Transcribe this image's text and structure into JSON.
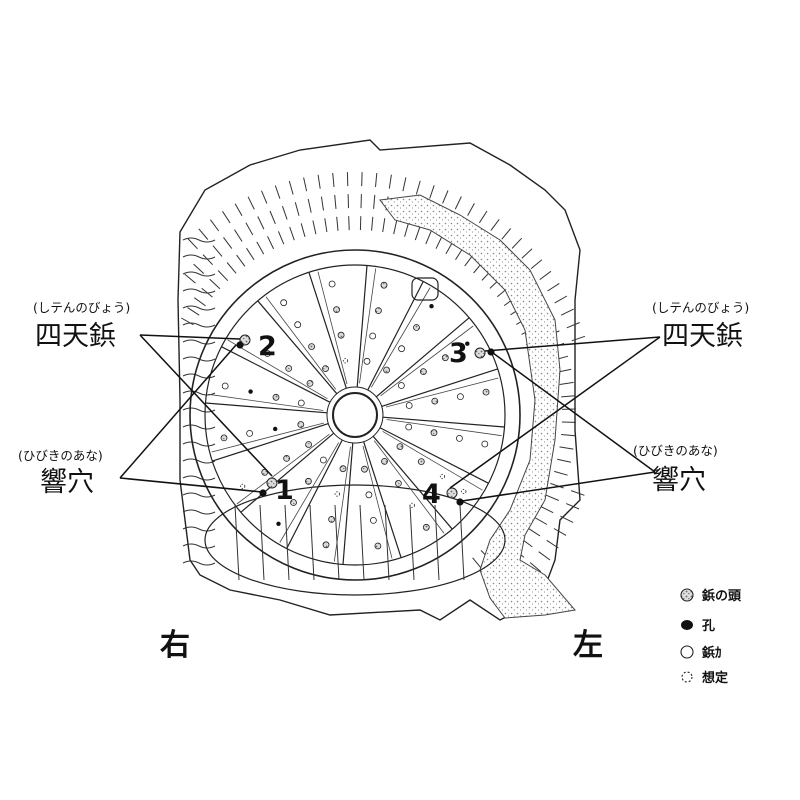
{
  "labels": {
    "shitenbyo_ruby": "(しテんのびょう)",
    "shitenbyo": "四天鋲",
    "hibikinoana_ruby": "(ひびきのあな)",
    "hibikinoana": "響穴",
    "right_side": "右",
    "left_side": "左"
  },
  "rivet_numbers": [
    "1",
    "2",
    "3",
    "4"
  ],
  "legend": [
    {
      "icon": "rivet-head-icon",
      "label": "鋲の頭"
    },
    {
      "icon": "hole-icon",
      "label": "孔"
    },
    {
      "icon": "rivet-mark-icon",
      "label": "鋲ｶ"
    },
    {
      "icon": "assumed-icon",
      "label": "想定"
    }
  ],
  "colors": {
    "ink": "#222222",
    "stipple": "#9a9a9a",
    "paper": "#ffffff"
  }
}
